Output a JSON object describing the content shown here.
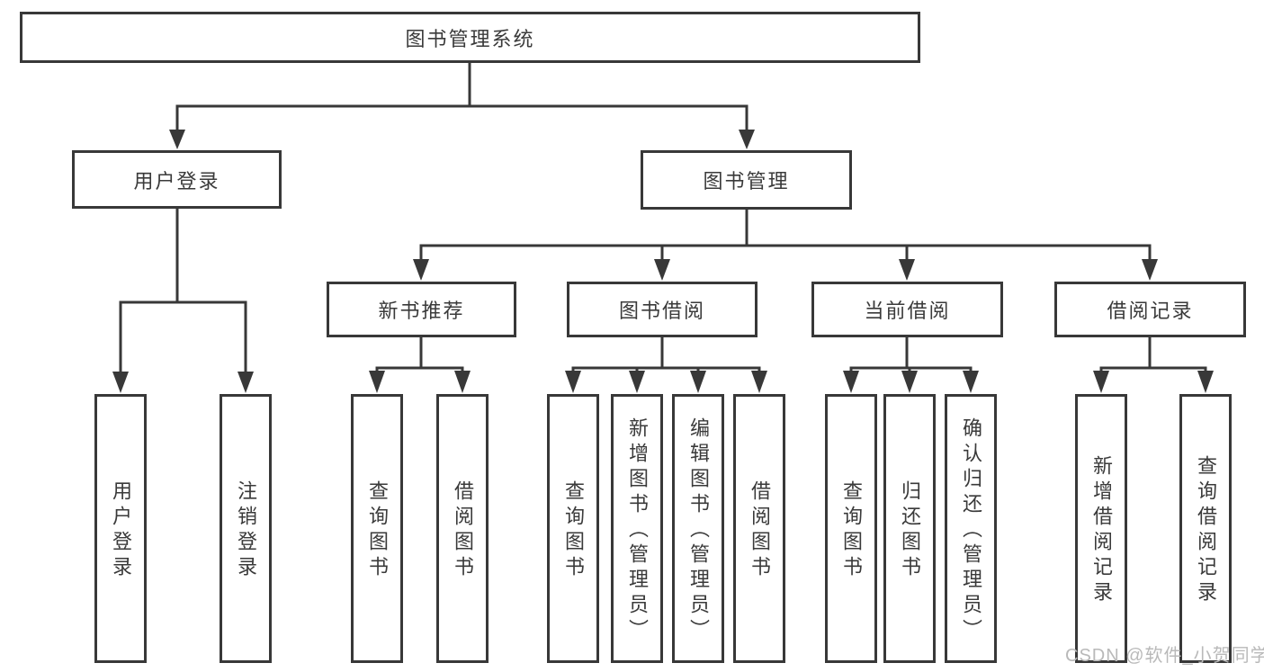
{
  "diagram": {
    "root": {
      "label": "图书管理系统"
    },
    "branches": [
      {
        "label": "用户登录",
        "children": [
          {
            "label": "用户登录"
          },
          {
            "label": "注销登录"
          }
        ]
      },
      {
        "label": "图书管理",
        "children": [
          {
            "label": "新书推荐",
            "children": [
              {
                "label": "查询图书"
              },
              {
                "label": "借阅图书"
              }
            ]
          },
          {
            "label": "图书借阅",
            "children": [
              {
                "label": "查询图书"
              },
              {
                "label": "新增图书（管理员）"
              },
              {
                "label": "编辑图书（管理员）"
              },
              {
                "label": "借阅图书"
              }
            ]
          },
          {
            "label": "当前借阅",
            "children": [
              {
                "label": "查询图书"
              },
              {
                "label": "归还图书"
              },
              {
                "label": "确认归还（管理员）"
              }
            ]
          },
          {
            "label": "借阅记录",
            "children": [
              {
                "label": "新增借阅记录"
              },
              {
                "label": "查询借阅记录"
              }
            ]
          }
        ]
      }
    ]
  },
  "watermark": {
    "text": "CSDN @软件_小贺同学"
  },
  "colors": {
    "line": "#383838",
    "text": "#3a3a3a",
    "background": "#ffffff",
    "watermark": "#b9b9b9"
  }
}
